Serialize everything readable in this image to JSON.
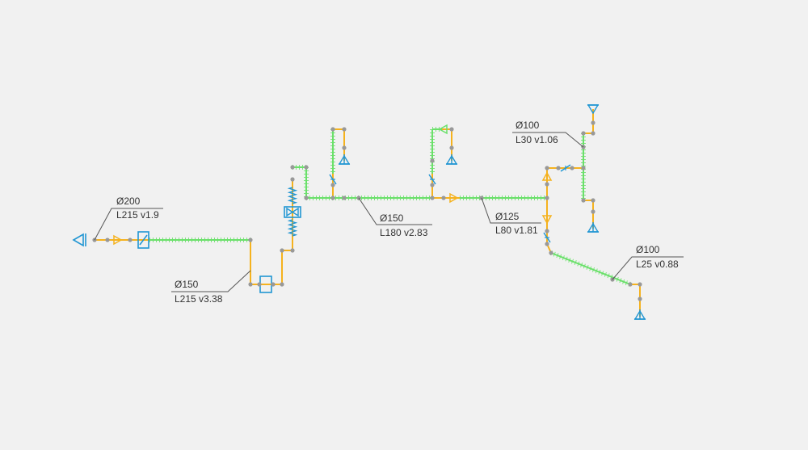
{
  "colors": {
    "background": "#f1f1f1",
    "pipe_orange": "#f5b21e",
    "pipe_green": "#6ae06a",
    "node": "#999999",
    "fitting_blue": "#2196d3",
    "annotation_line": "#555555",
    "text": "#333333"
  },
  "annotations": [
    {
      "id": "a1",
      "diameter": "Ø200",
      "info": "L215 v1.9"
    },
    {
      "id": "a2",
      "diameter": "Ø150",
      "info": "L215 v3.38"
    },
    {
      "id": "a3",
      "diameter": "Ø150",
      "info": "L180 v2.83"
    },
    {
      "id": "a4",
      "diameter": "Ø125",
      "info": "L80 v1.81"
    },
    {
      "id": "a5",
      "diameter": "Ø100",
      "info": "L30 v1.06"
    },
    {
      "id": "a6",
      "diameter": "Ø100",
      "info": "L25 v0.88"
    }
  ],
  "icons": {
    "source": "source-terminal-icon",
    "damper": "damper-icon",
    "fan": "fan-icon",
    "valve": "valve-icon",
    "filter": "filter-icon",
    "diffuser": "air-diffuser-icon",
    "flow_arrow": "flow-direction-arrow-icon"
  }
}
